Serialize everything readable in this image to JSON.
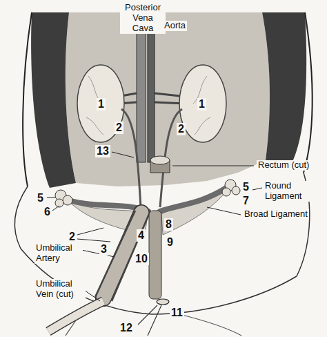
{
  "diagram": {
    "labels": [
      "Posterior Vena Cava",
      "Aorta",
      "1",
      "1",
      "2",
      "2",
      "13",
      "Rectum (cut)",
      "5",
      "5",
      "Round Ligament",
      "7",
      "Broad Ligament",
      "6",
      "8",
      "2",
      "4",
      "9",
      "Umbilical Artery",
      "3",
      "10",
      "Umbilical Vein (cut)",
      "11",
      "12"
    ]
  }
}
